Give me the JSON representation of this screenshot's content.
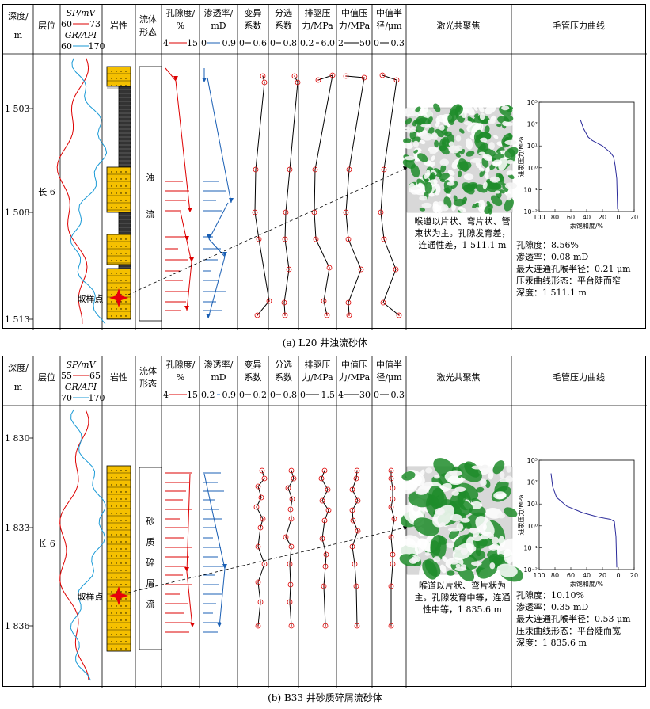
{
  "panels": [
    {
      "id": "a",
      "caption": "(a) L20 井浊流砂体",
      "headers": {
        "depth": "深度/ m",
        "layer": "层位",
        "sp_label": "SP/mV",
        "sp_range": [
          "60",
          "73"
        ],
        "gr_label": "GR/API",
        "gr_range": [
          "60",
          "170"
        ],
        "lithology": "岩性",
        "flow": "流体 形态",
        "porosity": "孔隙度/ %",
        "porosity_range": [
          "4",
          "15"
        ],
        "permeability": "渗透率/ mD",
        "permeability_range": [
          "0",
          "0.9"
        ],
        "cv": "变异 系数",
        "cv_range": [
          "0",
          "0.6"
        ],
        "sorting": "分选 系数",
        "sorting_range": [
          "0",
          "0.8"
        ],
        "displacement": "排驱压 力/MPa",
        "displacement_range": [
          "0.2",
          "6.0"
        ],
        "median_p": "中值压 力/MPa",
        "median_p_range": [
          "2",
          "50"
        ],
        "median_r": "中值半 径/μm",
        "median_r_range": [
          "0",
          "0.3"
        ],
        "confocal": "激光共聚焦",
        "capillary": "毛管压力曲线"
      },
      "depth_ticks": [
        "1 503",
        "1 508",
        "1 513"
      ],
      "layer_name": "长 6",
      "flow_chars": [
        "浊",
        "流"
      ],
      "sample_label": "取样点",
      "confocal_desc": "喉道以片状、弯片状、管束状为主。孔隙发育差，连通性差，1 511.1 m",
      "cap_axes": {
        "y": "进汞压力/MPa",
        "x": "汞饱和度/%"
      },
      "cap_yticks": [
        "10³",
        "10²",
        "10¹",
        "10⁰",
        "10⁻¹",
        "10⁻²"
      ],
      "cap_xticks": [
        "100",
        "80",
        "60",
        "40",
        "20",
        "0",
        "20"
      ],
      "props": [
        "孔隙度：8.56%",
        "渗透率：0.08 mD",
        "最大连通孔喉半径：0.21 μm",
        "压汞曲线形态：平台陡而窄",
        "深度：1 511.1 m"
      ]
    },
    {
      "id": "b",
      "caption": "(b) B33 井砂质碎屑流砂体",
      "headers": {
        "depth": "深度/ m",
        "layer": "层位",
        "sp_label": "SP/mV",
        "sp_range": [
          "55",
          "65"
        ],
        "gr_label": "GR/API",
        "gr_range": [
          "70",
          "170"
        ],
        "lithology": "岩性",
        "flow": "流体 形态",
        "porosity": "孔隙度/ %",
        "porosity_range": [
          "4",
          "15"
        ],
        "permeability": "渗透率/ mD",
        "permeability_range": [
          "0.2",
          "0.9"
        ],
        "cv": "变异 系数",
        "cv_range": [
          "0",
          "0.2"
        ],
        "sorting": "分选 系数",
        "sorting_range": [
          "0",
          "0.8"
        ],
        "displacement": "排驱压 力/MPa",
        "displacement_range": [
          "0",
          "1.5"
        ],
        "median_p": "中值压 力/MPa",
        "median_p_range": [
          "4",
          "30"
        ],
        "median_r": "中值半 径/μm",
        "median_r_range": [
          "0",
          "0.3"
        ],
        "confocal": "激光共聚焦",
        "capillary": "毛管压力曲线"
      },
      "depth_ticks": [
        "1 830",
        "1 833",
        "1 836"
      ],
      "layer_name": "长 6",
      "flow_chars": [
        "砂",
        "质",
        "碎",
        "屑",
        "流"
      ],
      "sample_label": "取样点",
      "confocal_desc": "喉道以片状、弯片状为主。孔隙发育中等，连通性中等，1 835.6 m",
      "cap_axes": {
        "y": "进汞压力/MPa",
        "x": "汞饱和度/%"
      },
      "cap_yticks": [
        "10³",
        "10²",
        "10¹",
        "10⁰",
        "10⁻¹",
        "10⁻²"
      ],
      "cap_xticks": [
        "100",
        "80",
        "60",
        "40",
        "20",
        "0",
        "20"
      ],
      "props": [
        "孔隙度：10.10%",
        "渗透率：0.35 mD",
        "最大连通孔喉半径：0.53 μm",
        "压汞曲线形态：平台陡而宽",
        "深度：1 835.6 m"
      ]
    }
  ]
}
